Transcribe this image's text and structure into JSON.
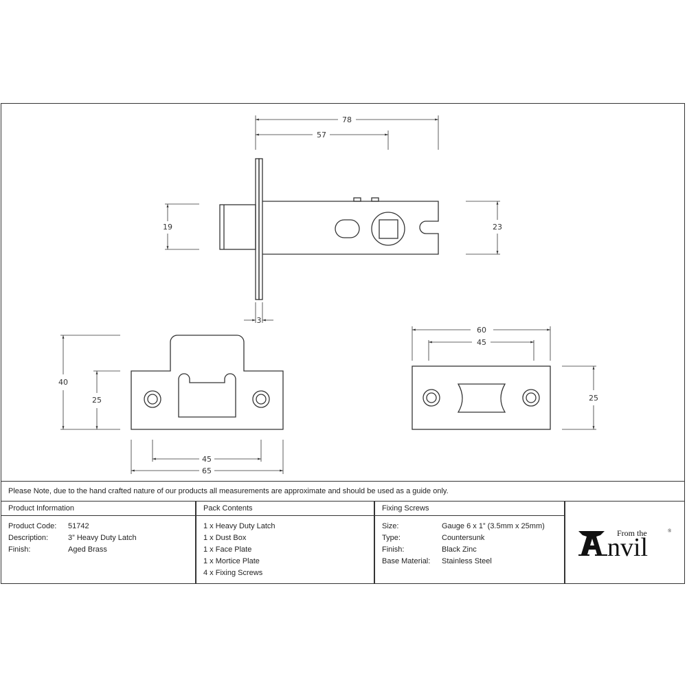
{
  "drawing": {
    "top_view": {
      "dims": {
        "overall_length": "78",
        "backset": "57",
        "latch_height": "19",
        "case_height": "23",
        "faceplate_thickness": "3"
      }
    },
    "face_plate": {
      "dims": {
        "overall_height": "40",
        "plate_height": "25",
        "screw_centres": "45",
        "plate_width": "65"
      }
    },
    "mortice_plate": {
      "dims": {
        "plate_width": "60",
        "screw_centres": "45",
        "plate_height": "25"
      }
    }
  },
  "note": "Please Note, due to the hand crafted nature of our products all measurements are approximate and should be used as a guide only.",
  "product_information": {
    "title": "Product Information",
    "rows": [
      {
        "label": "Product Code:",
        "value": "51742"
      },
      {
        "label": "Description:",
        "value": "3” Heavy Duty Latch"
      },
      {
        "label": "Finish:",
        "value": "Aged Brass"
      }
    ]
  },
  "pack_contents": {
    "title": "Pack Contents",
    "items": [
      "1 x Heavy Duty Latch",
      "1 x Dust Box",
      "1 x Face Plate",
      "1 x Mortice Plate",
      "4 x Fixing Screws"
    ]
  },
  "fixing_screws": {
    "title": "Fixing Screws",
    "rows": [
      {
        "label": "Size:",
        "value": "Gauge 6 x 1” (3.5mm x 25mm)"
      },
      {
        "label": "Type:",
        "value": "Countersunk"
      },
      {
        "label": "Finish:",
        "value": "Black Zinc"
      },
      {
        "label": "Base Material:",
        "value": "Stainless Steel"
      }
    ]
  },
  "logo": {
    "small_text": "From the",
    "big_text": "nvil",
    "registered": "®"
  }
}
